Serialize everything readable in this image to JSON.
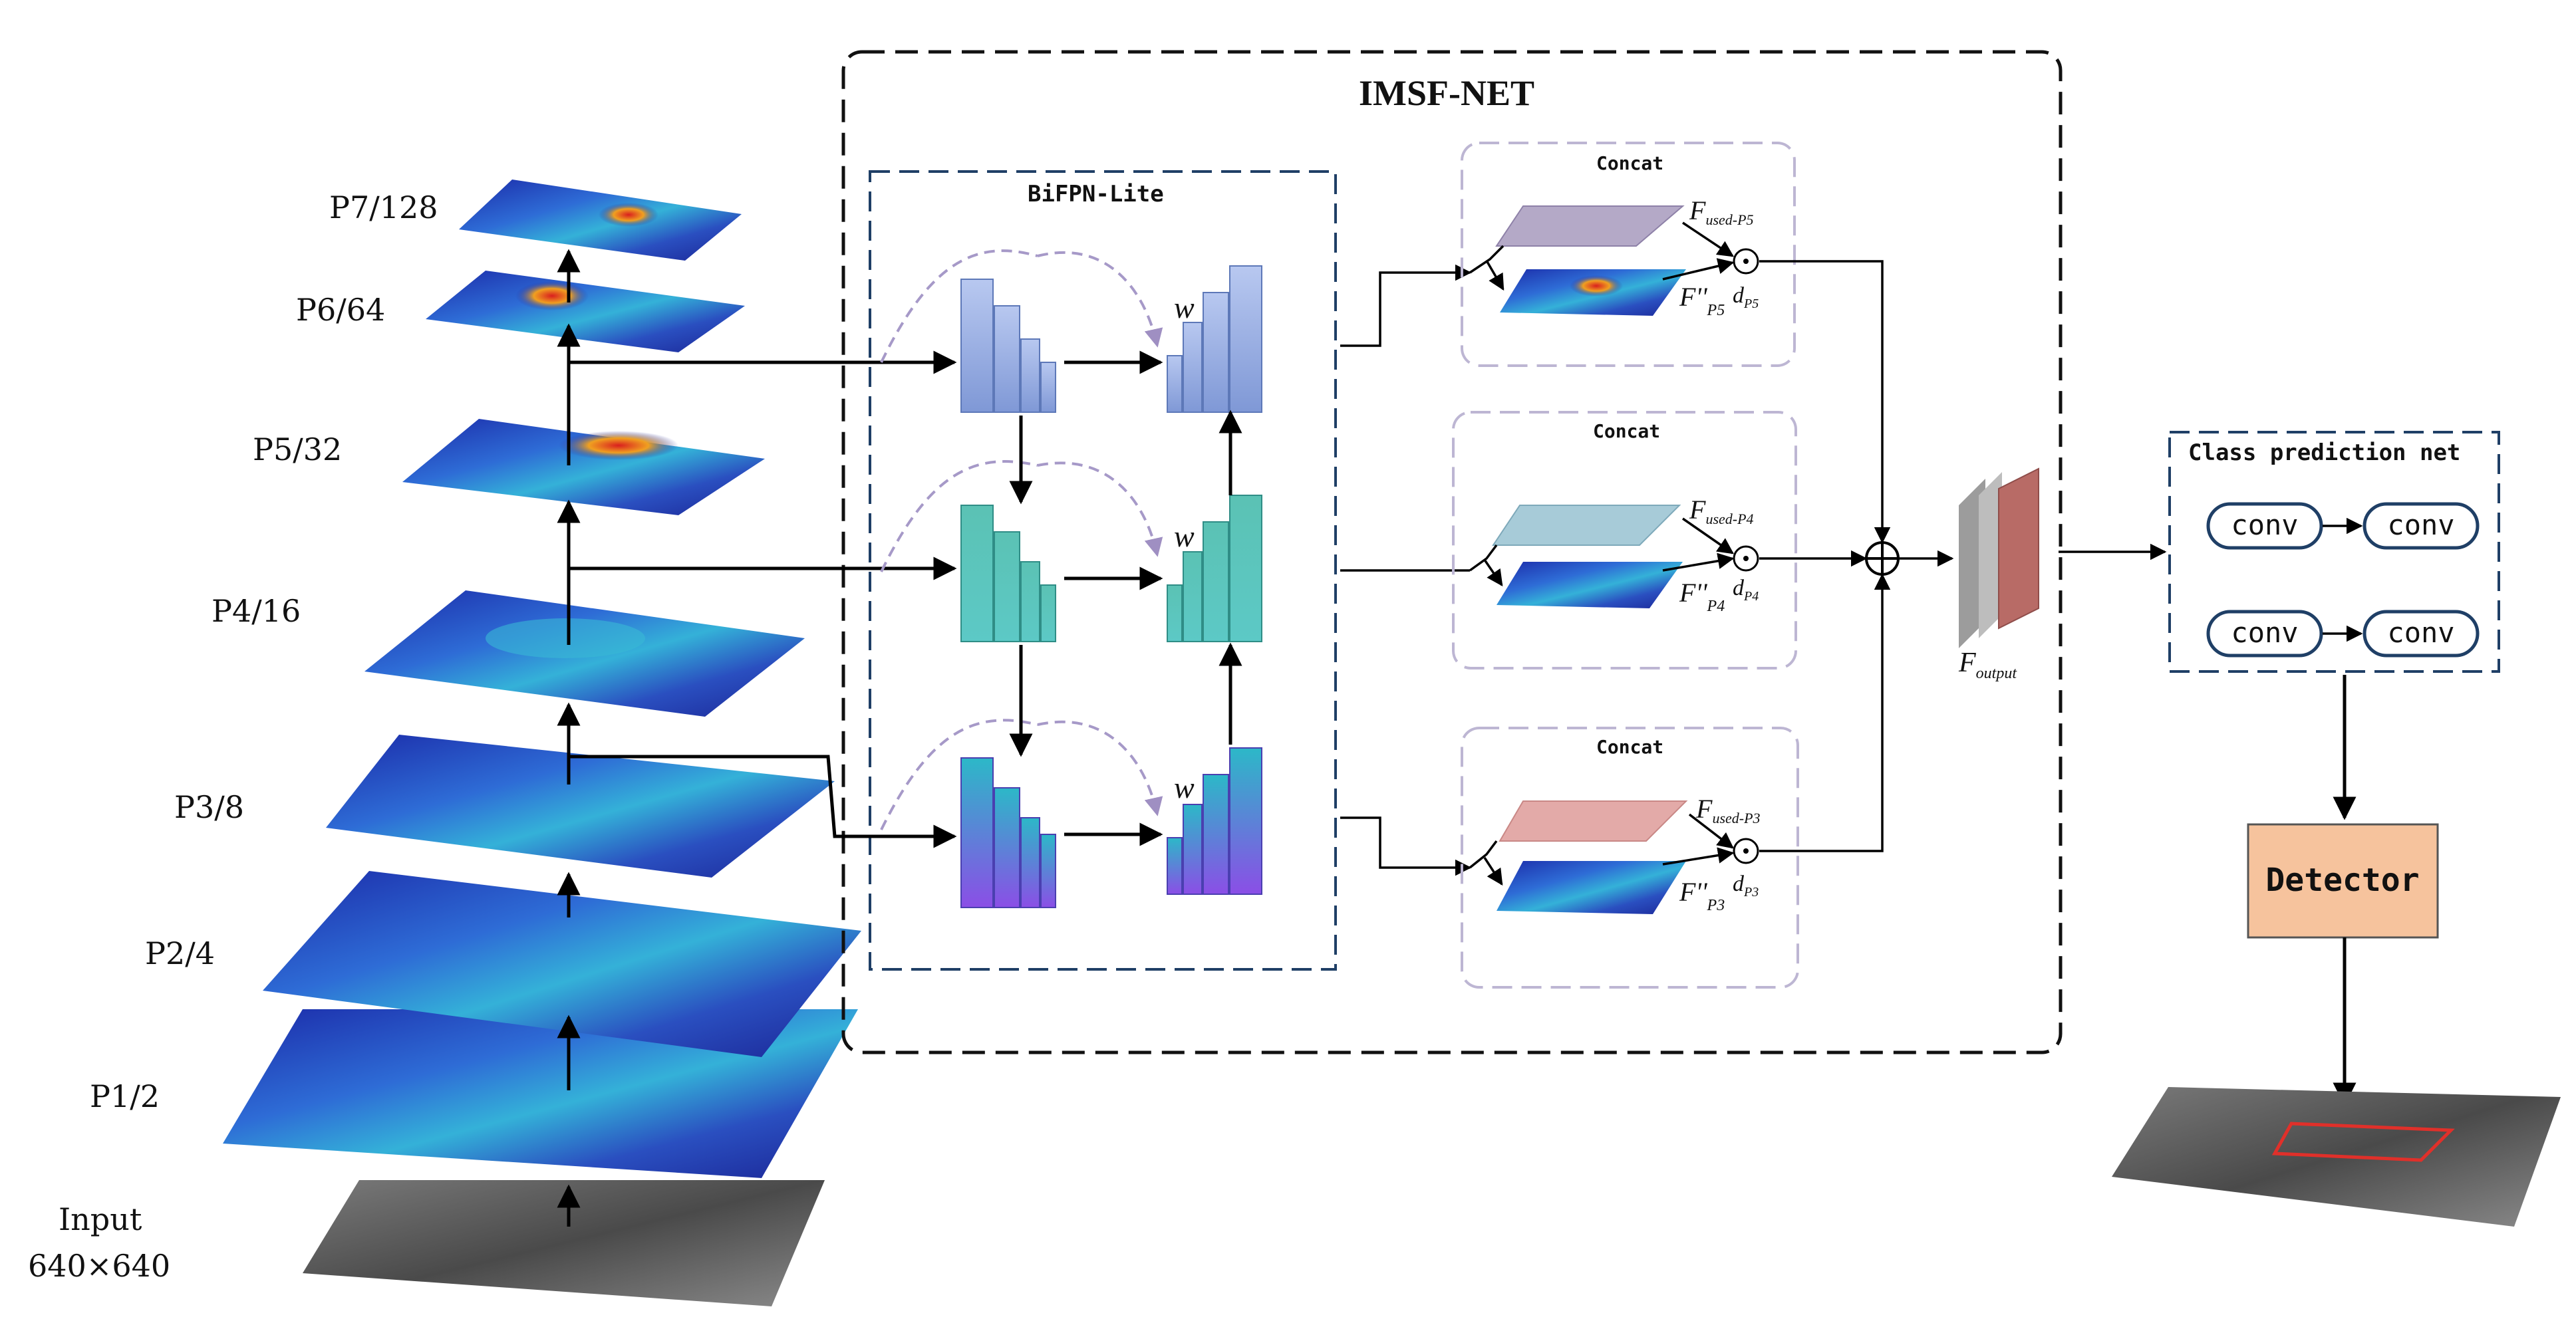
{
  "main_title": "IMSF-NET",
  "bifpn_title": "BiFPN-Lite",
  "weight_symbol": "w",
  "pyramid_levels": [
    {
      "label": "P7/128"
    },
    {
      "label": "P6/64"
    },
    {
      "label": "P5/32"
    },
    {
      "label": "P4/16"
    },
    {
      "label": "P3/8"
    },
    {
      "label": "P2/4"
    },
    {
      "label": "P1/2"
    }
  ],
  "input_label": {
    "line1": "Input",
    "line2": "640×640"
  },
  "concat_blocks": [
    {
      "title": "Concat",
      "fused": "F",
      "fused_sub": "used-P5",
      "feat": "F''",
      "feat_sub": "P5",
      "d": "d",
      "d_sub": "P5"
    },
    {
      "title": "Concat",
      "fused": "F",
      "fused_sub": "used-P4",
      "feat": "F''",
      "feat_sub": "P4",
      "d": "d",
      "d_sub": "P4"
    },
    {
      "title": "Concat",
      "fused": "F",
      "fused_sub": "used-P3",
      "feat": "F''",
      "feat_sub": "P3",
      "d": "d",
      "d_sub": "P3"
    }
  ],
  "output_label": {
    "main": "F",
    "sub": "output"
  },
  "class_net": {
    "title": "Class prediction net",
    "conv_labels": [
      "conv",
      "conv",
      "conv",
      "conv"
    ]
  },
  "detector_label": "Detector",
  "colors": {
    "bifpn_box": "#1f3f66",
    "concat_box": "#bdb6d3",
    "detector_fill": "#f6c39d",
    "output_feature": "#b86b66",
    "fused_p5": "#b4a9c7",
    "fused_p4": "#a7cbd8",
    "fused_p3": "#e3aaa8",
    "blue_block": "#8ea8dc",
    "teal_block": "#43b3a6",
    "purple_block": "#6b6cd8"
  }
}
